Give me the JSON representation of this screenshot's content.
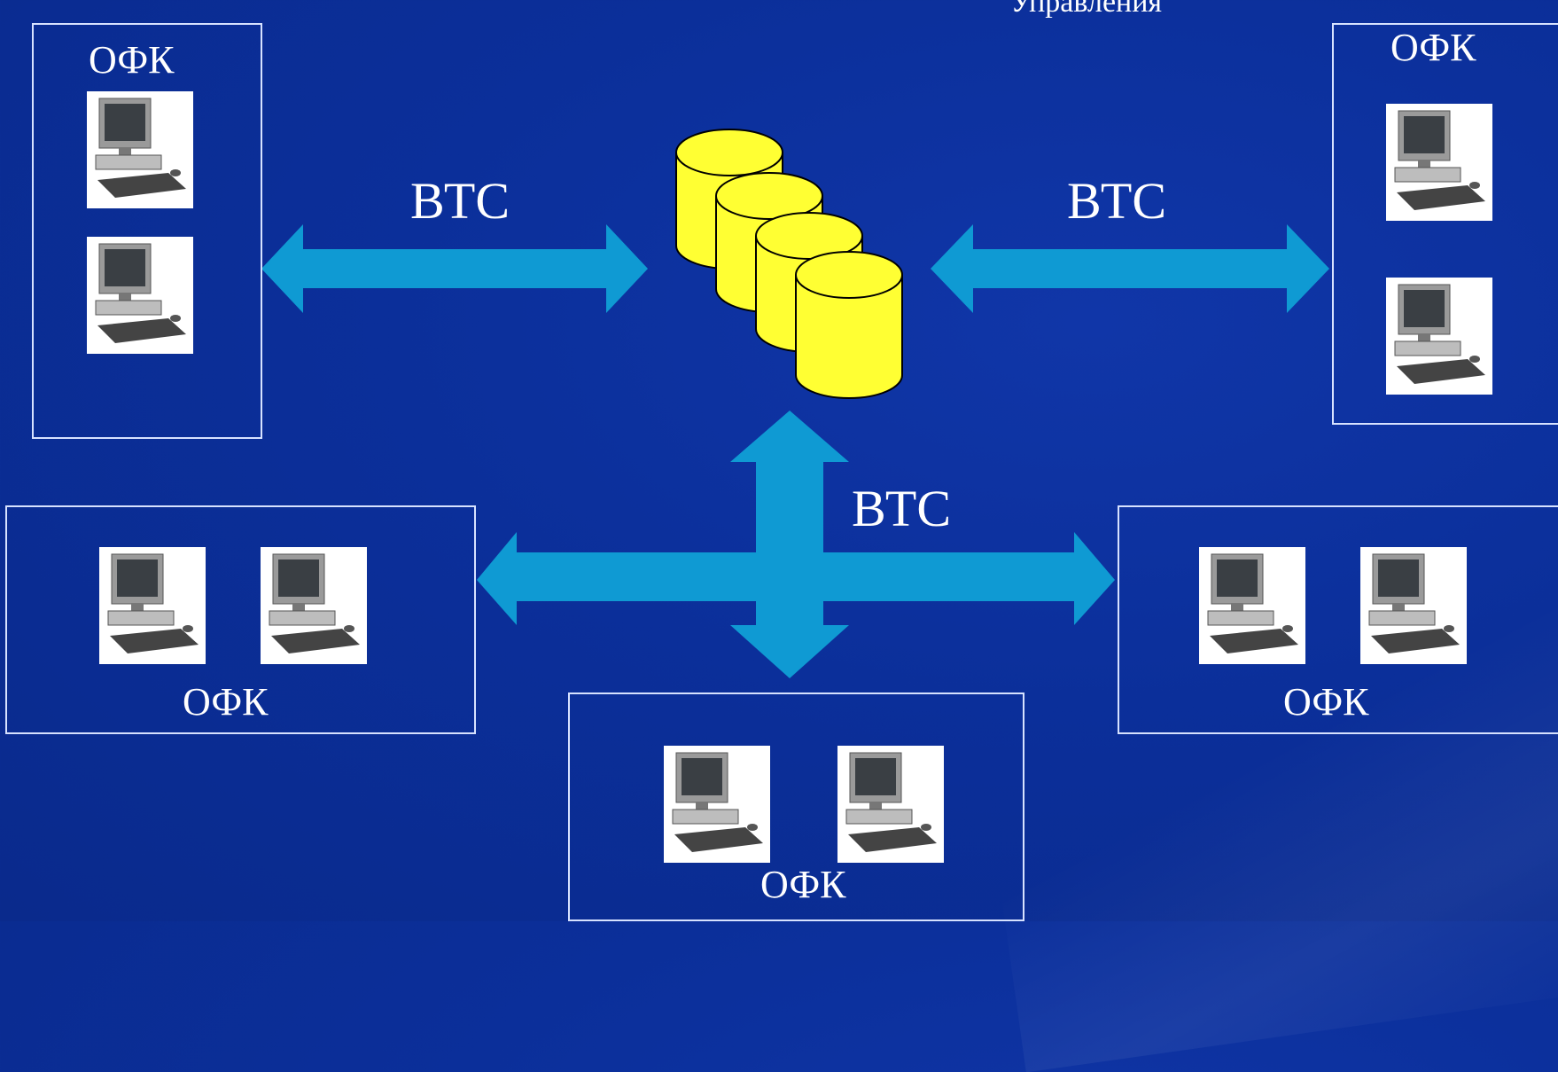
{
  "header": {
    "title": "Управления"
  },
  "connections": {
    "left": "ВТС",
    "right": "ВТС",
    "center": "ВТС"
  },
  "nodes": {
    "top_left": "ОФК",
    "top_right": "ОФК",
    "bottom_left": "ОФК",
    "bottom_right": "ОФК",
    "bottom_center": "ОФК"
  },
  "colors": {
    "background": "#0b2f9a",
    "arrow": "#0f9ad3",
    "database": "#ffff33",
    "box_border": "#d7e2ff",
    "text": "#ffffff"
  },
  "icons": {
    "workstation": "desktop-computer-icon",
    "database": "database-cylinders-icon"
  }
}
